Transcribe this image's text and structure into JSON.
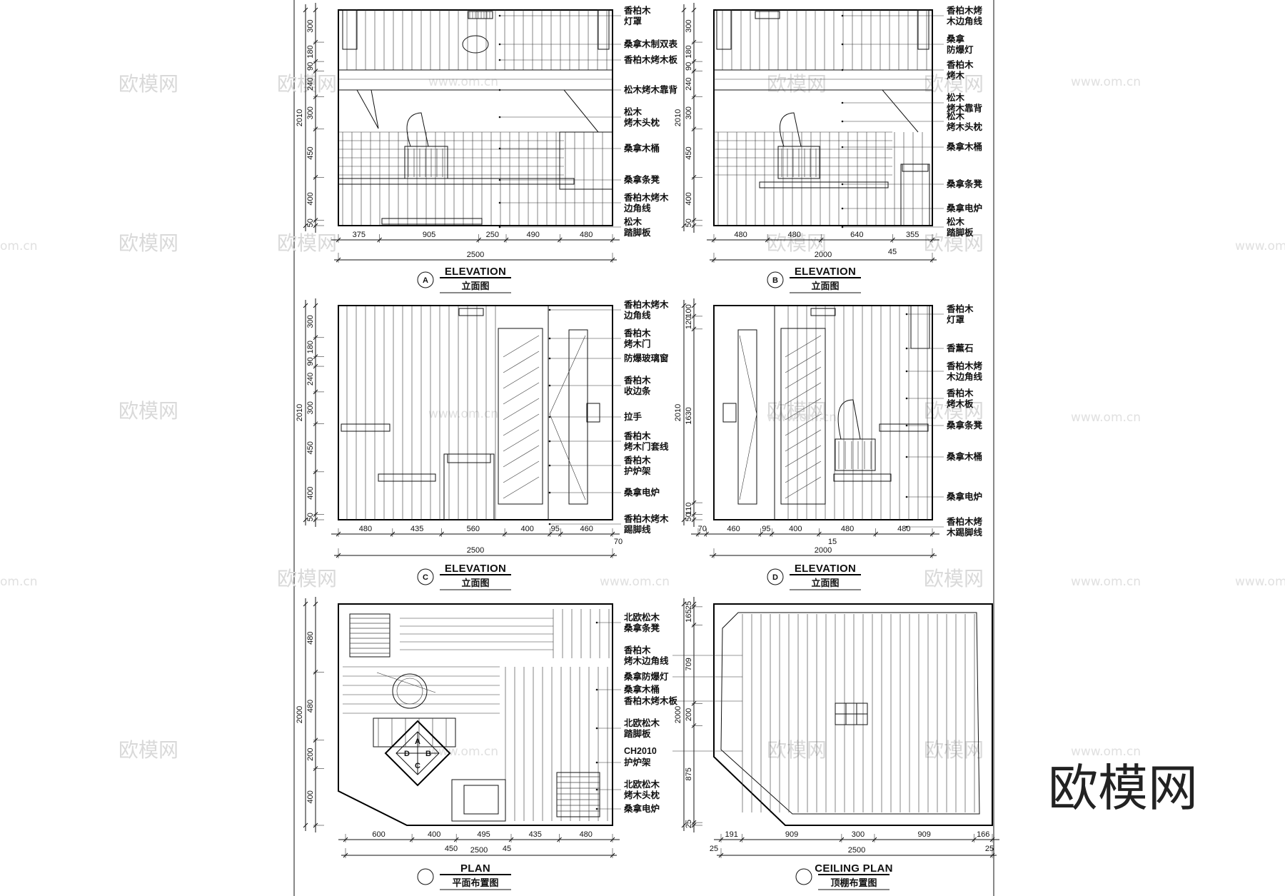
{
  "watermark": {
    "text": "欧模网",
    "url": "www.om.cn",
    "url_left": "om.cn",
    "logo": "欧模网"
  },
  "panels": [
    {
      "id": "A",
      "view_title": "ELEVATION",
      "view_subtitle": "立面图",
      "bottom_dims": [
        "375",
        "905",
        "250",
        "490",
        "480"
      ],
      "total_dim": "2500",
      "left_dims": [
        "300",
        "180",
        "90",
        "240",
        "300",
        "450",
        "400",
        "50"
      ],
      "total_height": "2010",
      "labels": [
        "香柏木\n灯罩",
        "桑拿木制双表",
        "香柏木烤木板",
        "松木烤木靠背",
        "松木\n烤木头枕",
        "桑拿木桶",
        "桑拿条凳",
        "香柏木烤木\n边角线",
        "松木\n踏脚板"
      ]
    },
    {
      "id": "B",
      "view_title": "ELEVATION",
      "view_subtitle": "立面图",
      "bottom_dims": [
        "480",
        "480",
        "640",
        "355"
      ],
      "extra_dim": "45",
      "total_dim": "2000",
      "left_dims": [
        "300",
        "180",
        "90",
        "240",
        "300",
        "450",
        "400",
        "50"
      ],
      "total_height": "2010",
      "labels": [
        "香柏木烤\n木边角线",
        "桑拿\n防爆灯",
        "香柏木\n烤木",
        "松木\n烤木靠背",
        "松木\n烤木头枕",
        "桑拿木桶",
        "桑拿条凳",
        "桑拿电炉",
        "松木\n踏脚板"
      ]
    },
    {
      "id": "C",
      "view_title": "ELEVATION",
      "view_subtitle": "立面图",
      "bottom_dims": [
        "480",
        "435",
        "560",
        "400",
        "95",
        "460"
      ],
      "extra_dim": "70",
      "total_dim": "2500",
      "left_dims": [
        "300",
        "180",
        "90",
        "240",
        "300",
        "450",
        "400",
        "50"
      ],
      "total_height": "2010",
      "labels": [
        "香柏木烤木\n边角线",
        "香柏木\n烤木门",
        "防爆玻璃窗",
        "香柏木\n收边条",
        "拉手",
        "香柏木\n烤木门套线",
        "香柏木\n护炉架",
        "桑拿电炉",
        "香柏木烤木\n踢脚线"
      ]
    },
    {
      "id": "D",
      "view_title": "ELEVATION",
      "view_subtitle": "立面图",
      "bottom_dims": [
        "70",
        "460",
        "95",
        "400",
        "480",
        "480"
      ],
      "extra_dim": "15",
      "total_dim": "2000",
      "left_dims": [
        "100",
        "120",
        "1630",
        "110",
        "50"
      ],
      "total_height": "2010",
      "labels": [
        "香柏木\n灯罩",
        "香薰石",
        "香柏木烤\n木边角线",
        "香柏木\n烤木板",
        "桑拿条凳",
        "桑拿木桶",
        "桑拿电炉",
        "香柏木烤\n木踢脚线"
      ]
    },
    {
      "id": "PLAN",
      "view_title": "PLAN",
      "view_subtitle": "平面布置图",
      "bottom_dims": [
        "600",
        "400",
        "495",
        "435",
        "480"
      ],
      "sub_dims": [
        "450",
        "45"
      ],
      "total_dim": "2500",
      "left_dims": [
        "480",
        "480",
        "200",
        "400"
      ],
      "total_height": "2000",
      "labels": [
        "北欧松木\n桑拿条凳",
        "桑拿木桶",
        "北欧松木\n踏脚板",
        "护炉架",
        "北欧松木\n烤木头枕",
        "桑拿电炉"
      ],
      "key_letters": [
        "A",
        "B",
        "C",
        "D"
      ]
    },
    {
      "id": "CEILING",
      "view_title": "CEILING PLAN",
      "view_subtitle": "顶棚布置图",
      "bottom_dims": [
        "191",
        "909",
        "300",
        "909",
        "166"
      ],
      "sub_dims": [
        "25",
        "25"
      ],
      "total_dim": "2500",
      "left_dims": [
        "25",
        "165",
        "709",
        "200",
        "875",
        "25"
      ],
      "total_height": "2000",
      "labels": [
        "香柏木\n烤木边角线",
        "桑拿防爆灯",
        "香柏木烤木板",
        "CH2010"
      ]
    }
  ]
}
